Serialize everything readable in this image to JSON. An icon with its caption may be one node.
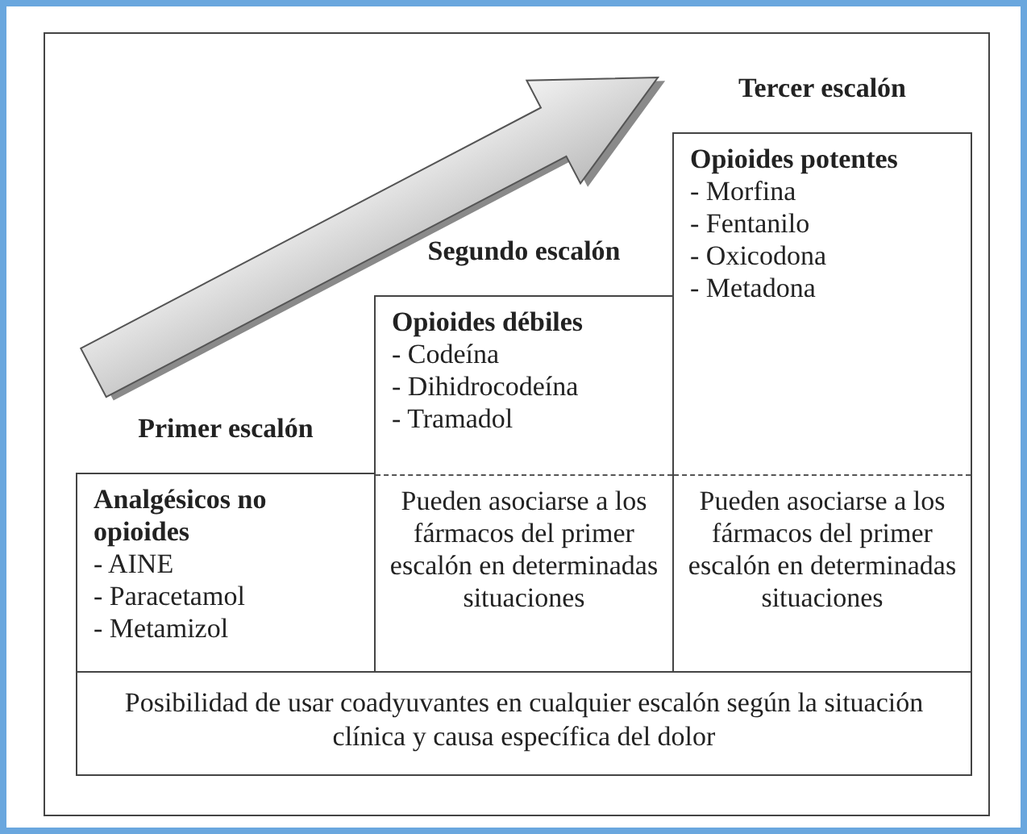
{
  "diagram": {
    "nodes": [
      {
        "text": [
          "Primer escalón",
          "Analgésicos no opioides",
          "- AINE",
          "- Paracetamol",
          "- Metamizol"
        ]
      },
      {
        "text": [
          "Segundo escalón",
          "Opioides débiles",
          "- Codeína",
          "- Dihidrocodeína",
          "- Tramadol",
          "Pueden asociarse a los fármacos del primer escalón en determinadas situaciones"
        ]
      },
      {
        "text": [
          "Tercer escalón",
          "Opioides potentes",
          "- Morfina",
          "- Fentanilo",
          "- Oxicodona",
          "- Metadona",
          "Pueden asociarse a los fármacos del primer escalón en determinadas situaciones"
        ]
      },
      {
        "text": [
          "Posibilidad de usar coadyuvantes en cualquier escalón según la situación clínica y causa específica del dolor"
        ]
      }
    ]
  }
}
